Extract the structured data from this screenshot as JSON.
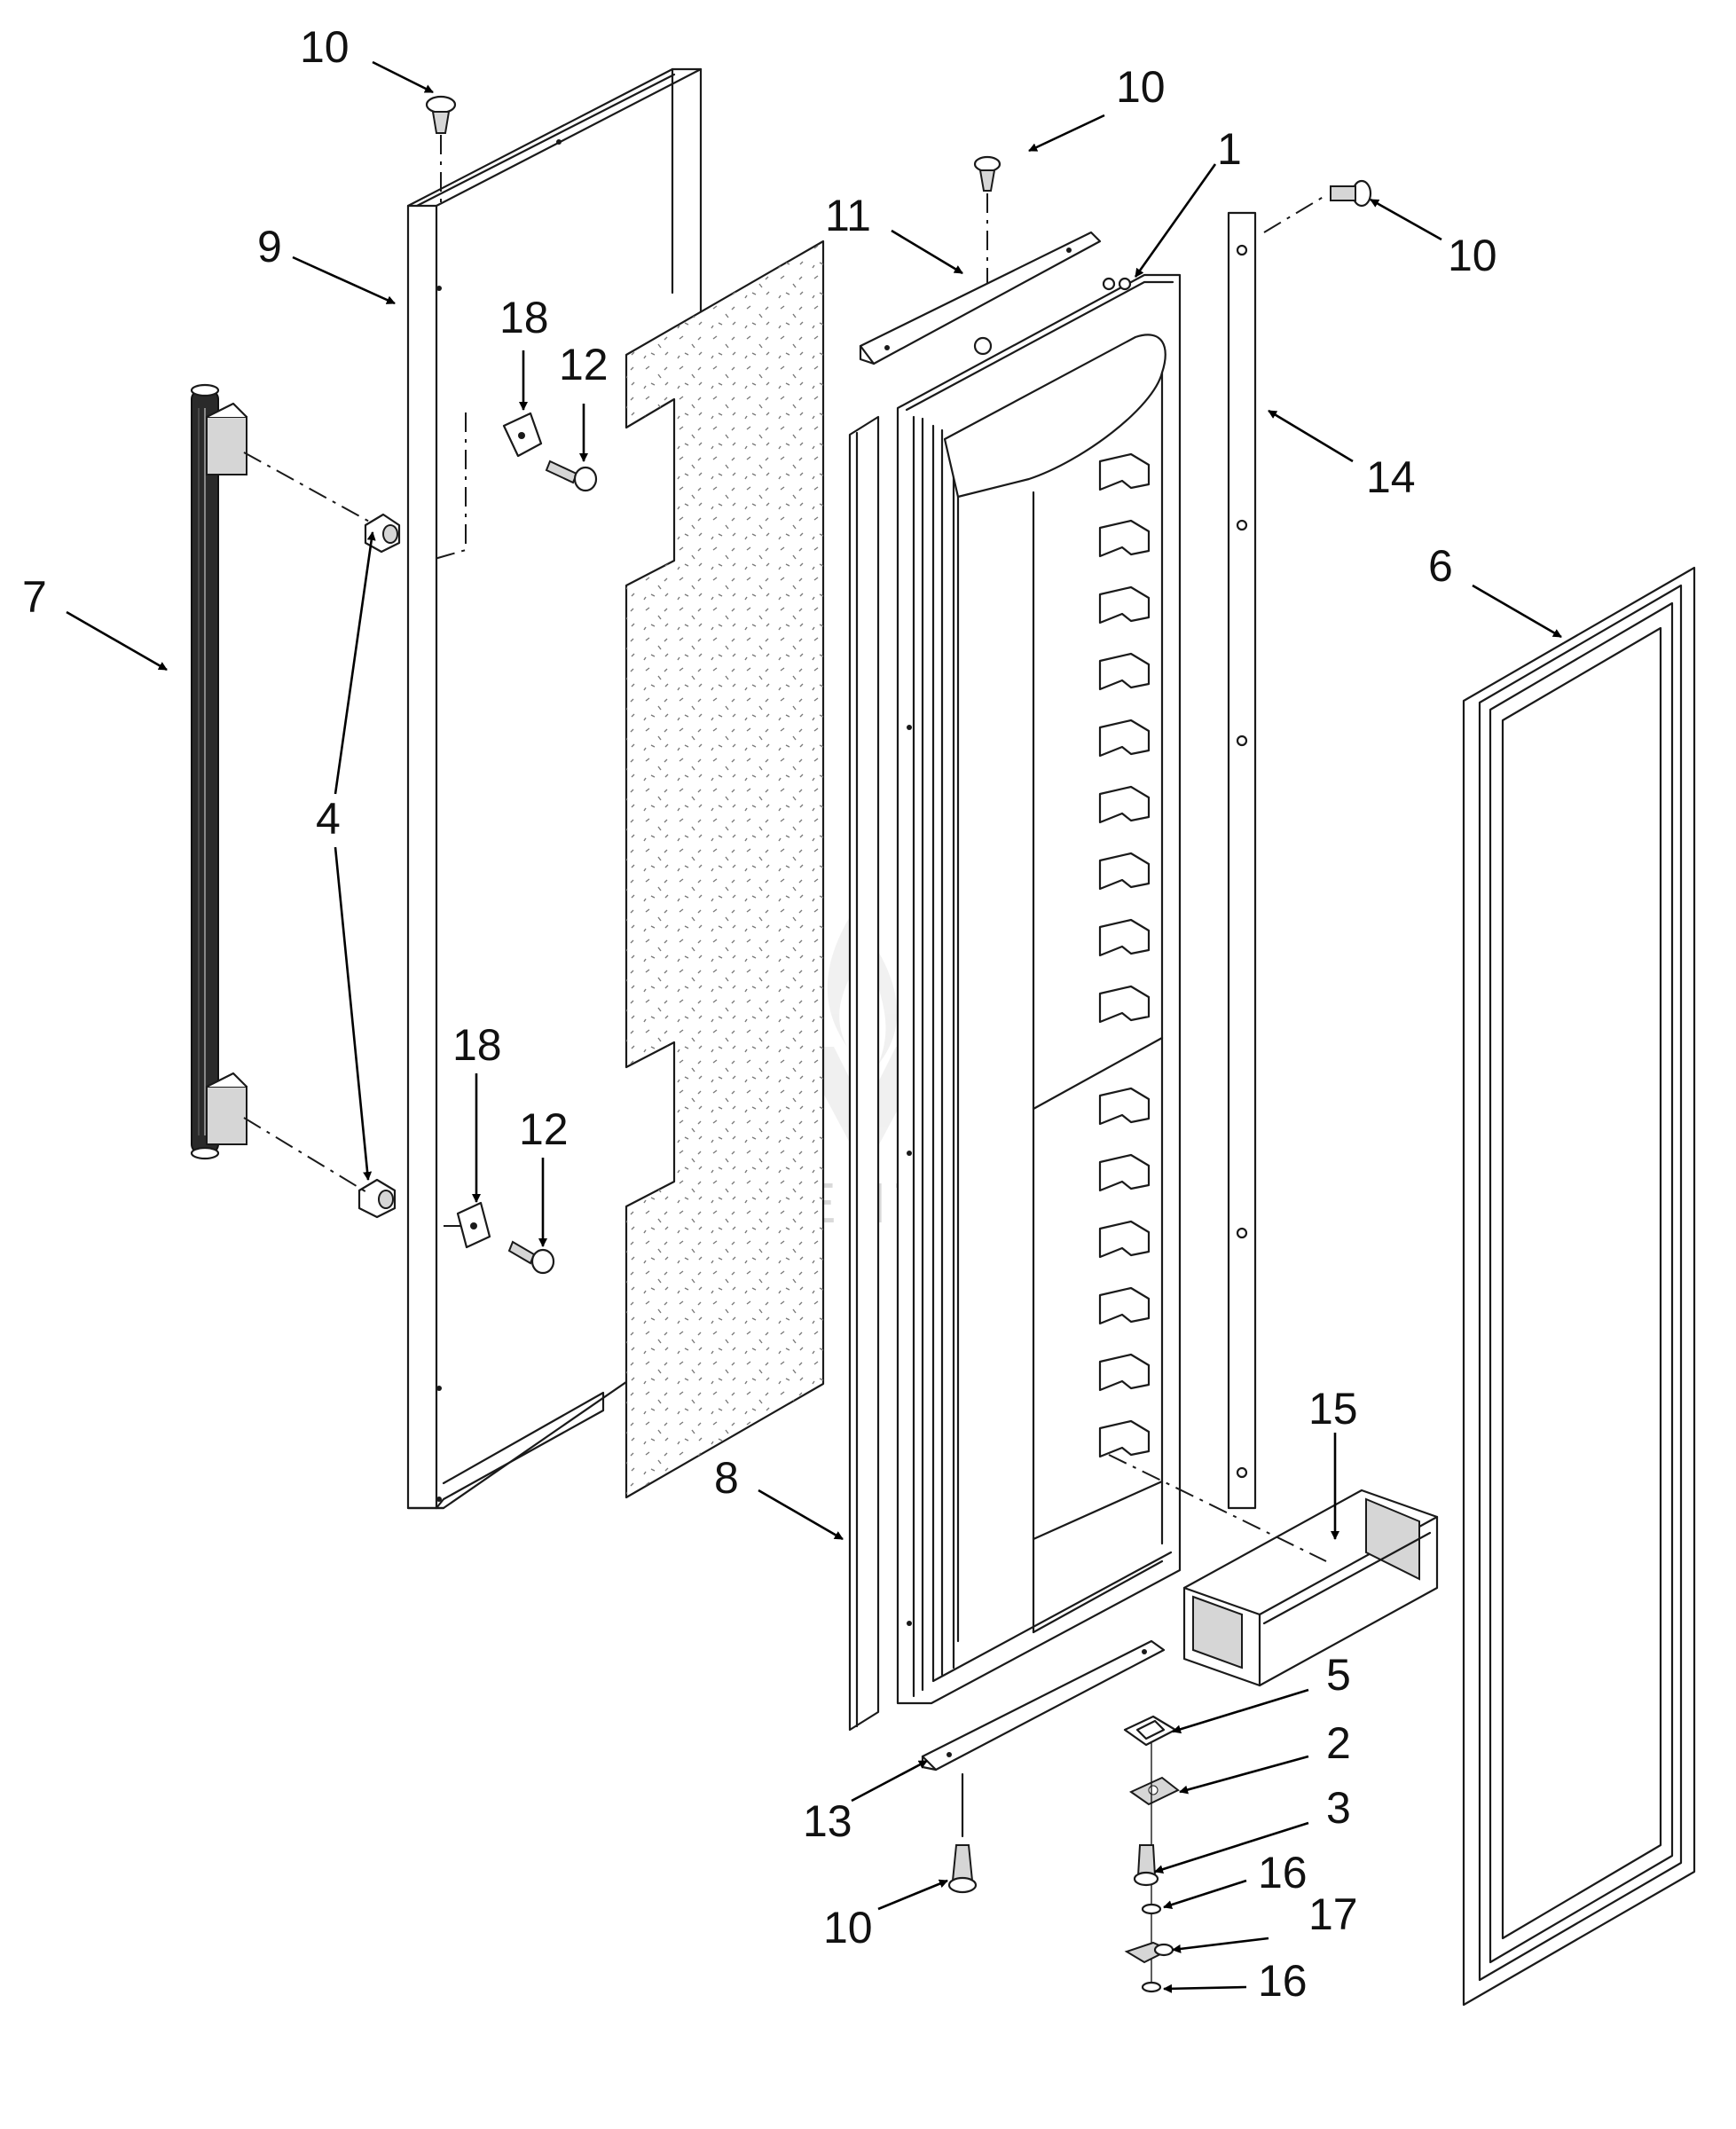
{
  "watermark": "LEADVENTURE",
  "callouts": [
    {
      "id": "c10a",
      "text": "10"
    },
    {
      "id": "c9",
      "text": "9"
    },
    {
      "id": "c18a",
      "text": "18"
    },
    {
      "id": "c12a",
      "text": "12"
    },
    {
      "id": "c7",
      "text": "7"
    },
    {
      "id": "c4",
      "text": "4"
    },
    {
      "id": "c18b",
      "text": "18"
    },
    {
      "id": "c12b",
      "text": "12"
    },
    {
      "id": "c10b",
      "text": "10"
    },
    {
      "id": "c11",
      "text": "11"
    },
    {
      "id": "c1",
      "text": "1"
    },
    {
      "id": "c10c",
      "text": "10"
    },
    {
      "id": "c14",
      "text": "14"
    },
    {
      "id": "c6",
      "text": "6"
    },
    {
      "id": "c8",
      "text": "8"
    },
    {
      "id": "c15",
      "text": "15"
    },
    {
      "id": "c5",
      "text": "5"
    },
    {
      "id": "c2",
      "text": "2"
    },
    {
      "id": "c3",
      "text": "3"
    },
    {
      "id": "c13",
      "text": "13"
    },
    {
      "id": "c16a",
      "text": "16"
    },
    {
      "id": "c17",
      "text": "17"
    },
    {
      "id": "c10d",
      "text": "10"
    },
    {
      "id": "c16b",
      "text": "16"
    }
  ]
}
